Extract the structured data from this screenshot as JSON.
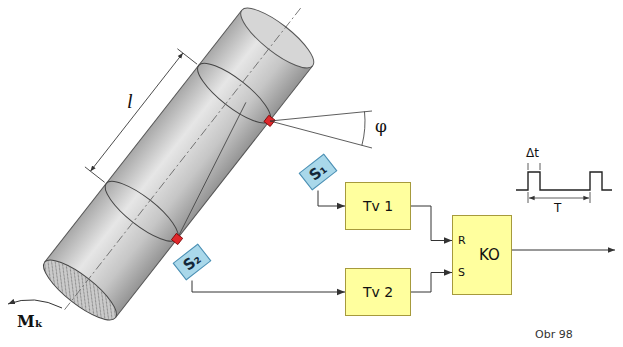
{
  "diagram": {
    "caption": "Obr 98",
    "nodes": [
      {
        "text": [
          "S₁"
        ]
      },
      {
        "text": [
          "S₂"
        ]
      },
      {
        "text": [
          "Tv 1"
        ]
      },
      {
        "text": [
          "Tv 2"
        ]
      },
      {
        "text": [
          "KO",
          "R",
          "S"
        ]
      }
    ],
    "edges": [
      {
        "from": 0,
        "to": 2,
        "arrow": "to"
      },
      {
        "from": 1,
        "to": 3,
        "arrow": "to"
      },
      {
        "from": 2,
        "to": 4,
        "arrow": "to"
      },
      {
        "from": 3,
        "to": 4,
        "arrow": "to"
      }
    ],
    "labels": [
      "l",
      "φ",
      "Mₖ",
      "Δt",
      "T"
    ]
  }
}
